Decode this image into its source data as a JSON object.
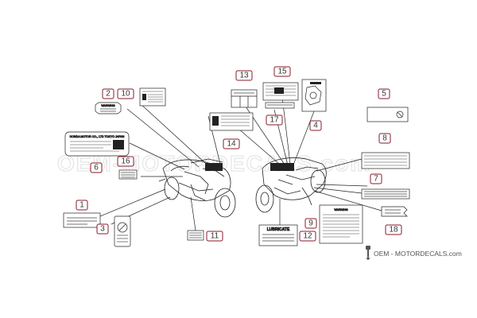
{
  "callouts": [
    {
      "id": "1",
      "label": "1"
    },
    {
      "id": "2",
      "label": "2"
    },
    {
      "id": "3",
      "label": "3"
    },
    {
      "id": "4",
      "label": "4"
    },
    {
      "id": "5",
      "label": "5"
    },
    {
      "id": "6",
      "label": "6"
    },
    {
      "id": "7",
      "label": "7"
    },
    {
      "id": "8",
      "label": "8"
    },
    {
      "id": "9",
      "label": "9"
    },
    {
      "id": "10",
      "label": "10"
    },
    {
      "id": "11",
      "label": "11"
    },
    {
      "id": "12",
      "label": "12"
    },
    {
      "id": "13",
      "label": "13"
    },
    {
      "id": "14",
      "label": "14"
    },
    {
      "id": "15",
      "label": "15"
    },
    {
      "id": "16",
      "label": "16"
    },
    {
      "id": "17",
      "label": "17"
    },
    {
      "id": "18",
      "label": "18"
    }
  ],
  "labels": {
    "warning_text": "WARNING",
    "honda_plate_text": "HONDA MOTOR CO., LTD TOKYO JAPAN",
    "lubricate_text": "LUBRICATE",
    "warning_small_text": "WARNING"
  },
  "footer": {
    "logo_icon": "piston-logo-icon",
    "text": "OEM - MOTORDECALS.com"
  },
  "watermark": {
    "text": "OEM-MOTORDECALS.com"
  },
  "colors": {
    "callout_border": "#8b1a2b",
    "line": "#222222",
    "watermark": "#dddddd"
  }
}
